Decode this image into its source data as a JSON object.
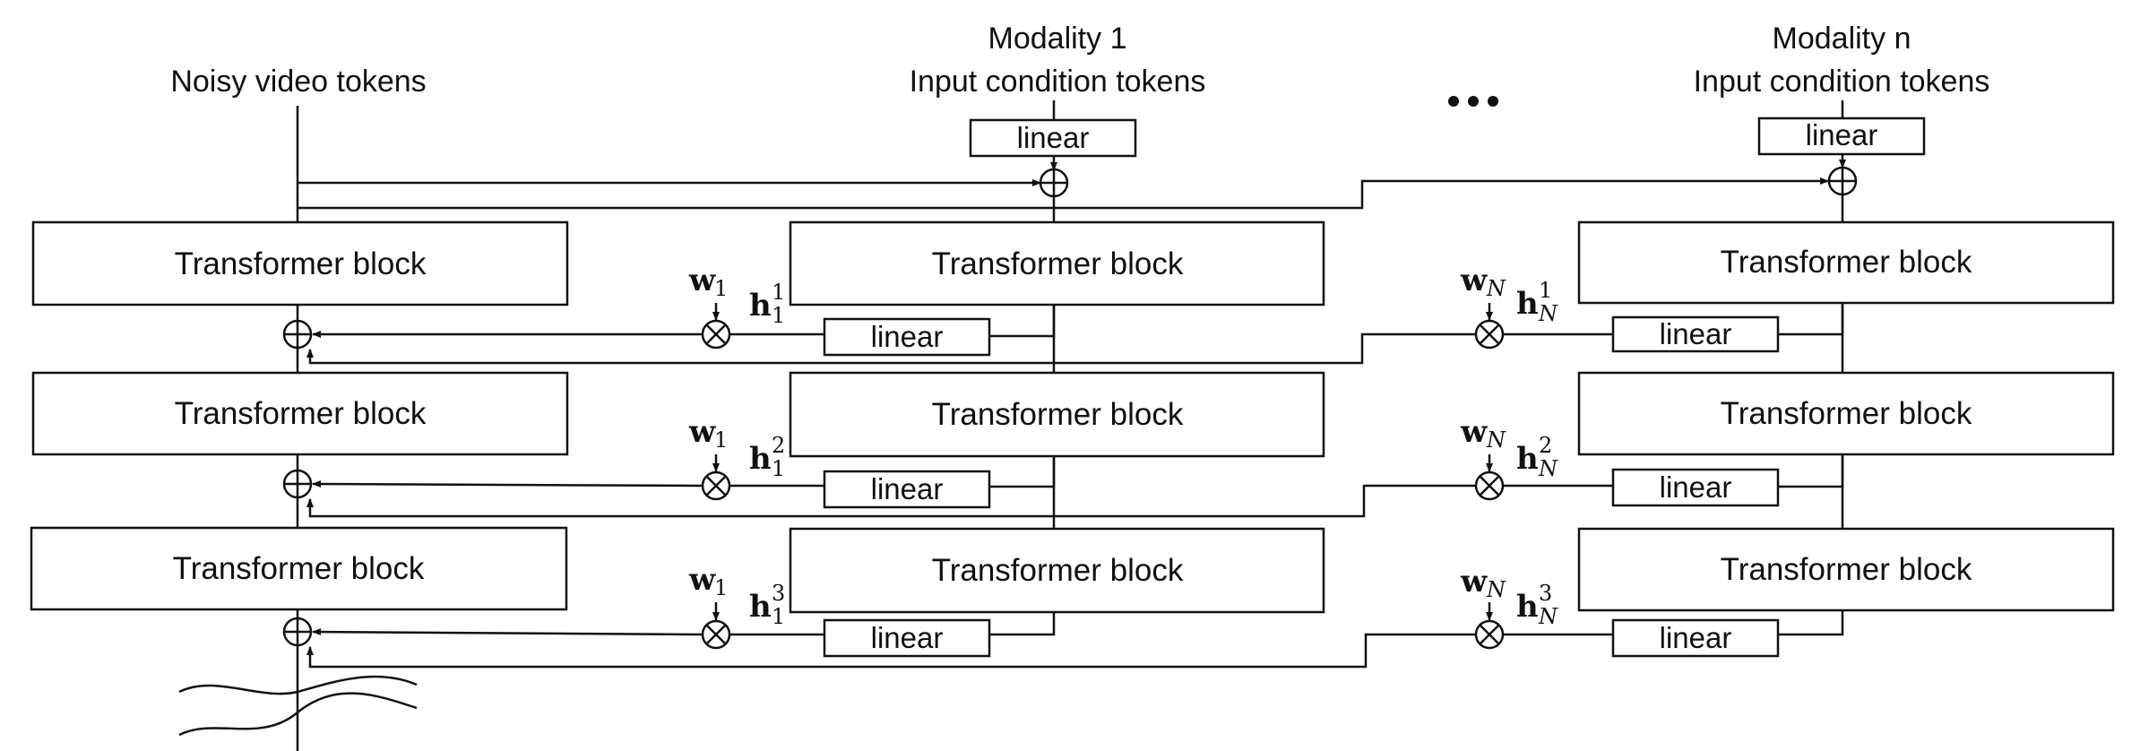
{
  "inputs": {
    "video": "Noisy video tokens",
    "modality1_title": "Modality 1",
    "modality1_sub": "Input condition tokens",
    "modalityn_title": "Modality n",
    "modalityn_sub": "Input condition tokens",
    "ellipsis": "•••"
  },
  "labels": {
    "transformer_block": "Transformer block",
    "linear": "linear"
  },
  "math": {
    "w": "w",
    "h": "h",
    "sub_1": "1",
    "sub_N": "N",
    "sup": [
      "1",
      "2",
      "3"
    ]
  },
  "colors": {
    "stroke": "#111111",
    "background": "#ffffff"
  }
}
